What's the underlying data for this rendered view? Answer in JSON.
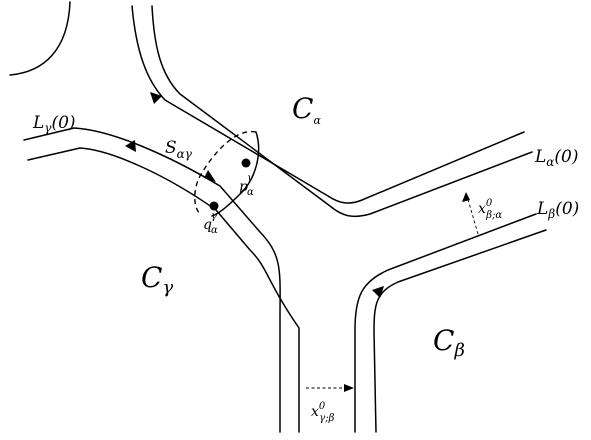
{
  "regions": {
    "alpha": {
      "base": "C",
      "sub": "α"
    },
    "beta": {
      "base": "C",
      "sub": "β"
    },
    "gamma": {
      "base": "C",
      "sub": "γ"
    }
  },
  "curves": {
    "alpha": {
      "base": "L",
      "sub": "α",
      "arg": "(0)"
    },
    "beta": {
      "base": "L",
      "sub": "β",
      "arg": "(0)"
    },
    "gamma": {
      "base": "L",
      "sub": "γ",
      "arg": "(0)"
    }
  },
  "surface": {
    "base": "S",
    "sub": "αγ"
  },
  "points": {
    "p": {
      "base": "p",
      "sup": "γ",
      "sub": "α"
    },
    "q": {
      "base": "q",
      "sup": "γ",
      "sub": "α"
    }
  },
  "displacements": {
    "beta_alpha": {
      "base": "x",
      "sup": "0",
      "sub": "β;α"
    },
    "gamma_beta": {
      "base": "x",
      "sup": "0",
      "sub": "γ;β"
    }
  }
}
